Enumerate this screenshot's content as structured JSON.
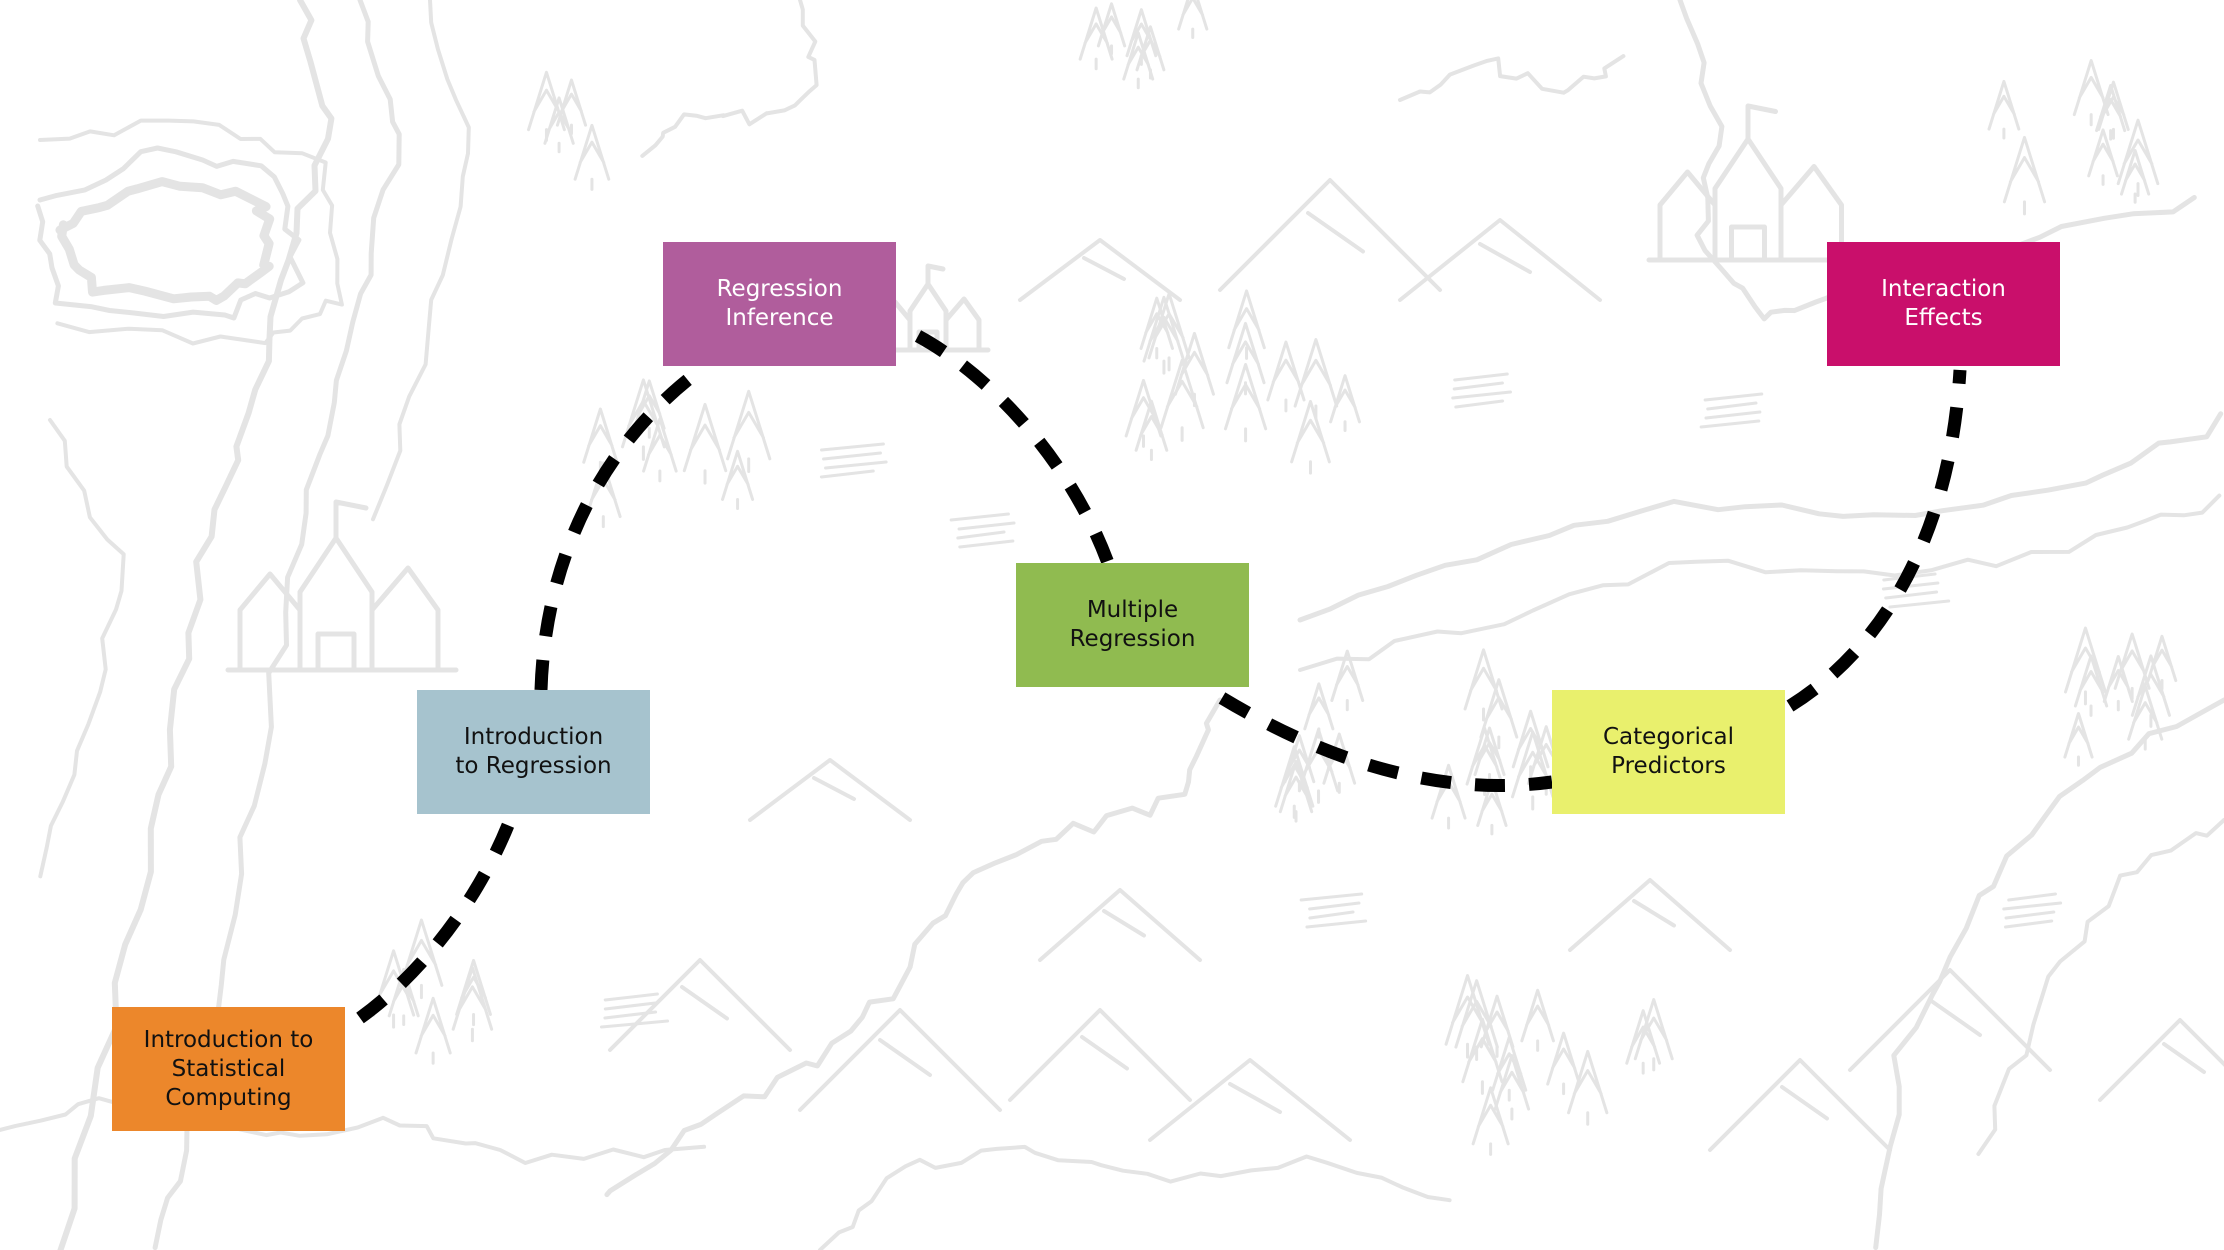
{
  "diagram": {
    "type": "learning-path-map",
    "background": "hand-drawn fantasy map (rivers, mountains, forests, castles)",
    "nodes": [
      {
        "id": "intro-stat-computing",
        "label": "Introduction to Statistical Computing",
        "lines": [
          "Introduction to",
          "Statistical",
          "Computing"
        ],
        "color": "#ec872b",
        "text_color": "#111111",
        "order": 1
      },
      {
        "id": "intro-regression",
        "label": "Introduction to Regression",
        "lines": [
          "Introduction",
          "to Regression"
        ],
        "color": "#a6c3ce",
        "text_color": "#111111",
        "order": 2
      },
      {
        "id": "regression-inference",
        "label": "Regression Inference",
        "lines": [
          "Regression",
          "Inference"
        ],
        "color": "#b05d9c",
        "text_color": "#ffffff",
        "order": 3
      },
      {
        "id": "multiple-regression",
        "label": "Multiple Regression",
        "lines": [
          "Multiple",
          "Regression"
        ],
        "color": "#90bb50",
        "text_color": "#111111",
        "order": 4
      },
      {
        "id": "categorical-predictors",
        "label": "Categorical Predictors",
        "lines": [
          "Categorical",
          "Predictors"
        ],
        "color": "#e9f06d",
        "text_color": "#111111",
        "order": 5
      },
      {
        "id": "interaction-effects",
        "label": "Interaction Effects",
        "lines": [
          "Interaction",
          "Effects"
        ],
        "color": "#c90f6b",
        "text_color": "#ffffff",
        "order": 6
      }
    ],
    "edges": [
      {
        "from": "intro-stat-computing",
        "to": "intro-regression",
        "style": "dashed"
      },
      {
        "from": "intro-regression",
        "to": "regression-inference",
        "style": "dashed"
      },
      {
        "from": "regression-inference",
        "to": "multiple-regression",
        "style": "dashed"
      },
      {
        "from": "multiple-regression",
        "to": "categorical-predictors",
        "style": "dashed"
      },
      {
        "from": "categorical-predictors",
        "to": "interaction-effects",
        "style": "dashed"
      }
    ],
    "path_color": "#000000",
    "map_line_color": "#e4e4e4"
  }
}
